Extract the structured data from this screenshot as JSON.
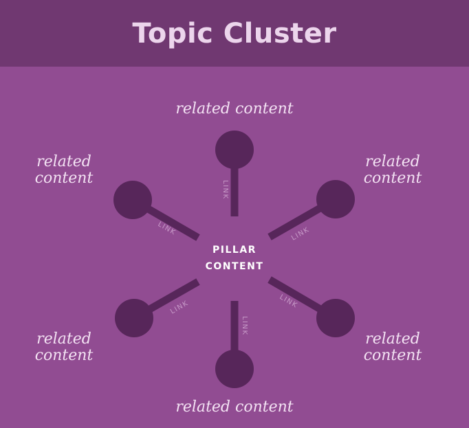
{
  "title": "Topic Cluster",
  "colors": {
    "background": "#914c92",
    "header": "#703871",
    "node": "#57265a",
    "text": "#f3e2f3"
  },
  "pillar": {
    "line1": "PILLAR",
    "line2": "CONTENT"
  },
  "link_label": "LINK",
  "nodes": [
    {
      "position": "top",
      "label": "related content"
    },
    {
      "position": "upper-right",
      "label": "related\ncontent"
    },
    {
      "position": "lower-right",
      "label": "related\ncontent"
    },
    {
      "position": "bottom",
      "label": "related content"
    },
    {
      "position": "lower-left",
      "label": "related\ncontent"
    },
    {
      "position": "upper-left",
      "label": "related\ncontent"
    }
  ]
}
